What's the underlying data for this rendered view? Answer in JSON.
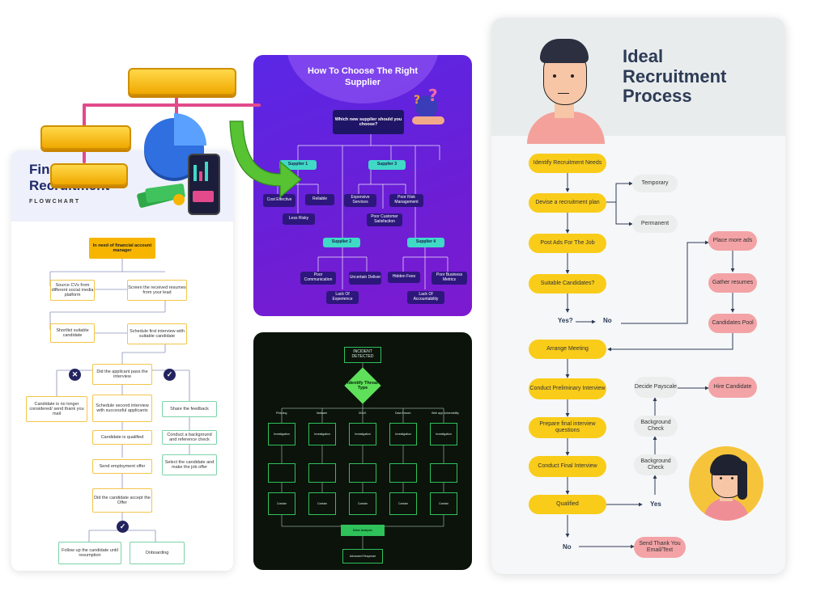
{
  "finance": {
    "title_line1": "Fina",
    "title_line2": "Recruitment",
    "subtitle": "FLOWCHART",
    "nodes": {
      "start": "In need of financial account manager",
      "source_cvs": "Source CVs from different social media platform",
      "screen": "Screen the received resumes from your lead",
      "shortlist": "Shortlist suitable candidate",
      "schedule_first": "Schedule first interview with suitable candidate",
      "passed": "Did the applicant pass the interview",
      "no_longer": "Candidate is no longer considered/ send thank you mail",
      "schedule_second": "Schedule second interview with successful applicants",
      "share_feedback": "Share the feedback",
      "qualified": "Candidate is qualified",
      "background": "Conduct a background and reference check",
      "send_offer": "Send employment offer",
      "select": "Select the candidate and make the job offer",
      "accept": "Did the candidate accept the Offer",
      "follow_up": "Follow up the candidate until resumption",
      "onboarding": "Onboarding"
    },
    "marks": {
      "no": "✕",
      "yes": "✓"
    }
  },
  "supplier": {
    "title": "How To Choose The Right Supplier",
    "question": "Which new supplier should you choose?",
    "s1": "Supplier 1",
    "s2": "Supplier 2",
    "s3": "Supplier 3",
    "s4": "Supplier 4",
    "cost_effective": "Cost Effective",
    "reliable": "Reliable",
    "less_risky": "Less Risky",
    "expensive": "Expensive Services",
    "poor_risk": "Poor Risk Management",
    "poor_customer": "Poor Customer Satisfaction",
    "poor_comm": "Poor Communication",
    "uncertain": "Uncertain Deliver",
    "lack_exp": "Lack Of Experience",
    "hidden_fees": "Hidden Fees",
    "poor_metrics": "Poor Business Metrics",
    "lack_acc": "Lack Of Accountability"
  },
  "incident": {
    "detected": "INCIDENT DETECTED",
    "identify": "Identify Threat Type",
    "cats": [
      "Phishing",
      "Malware",
      "DDoS",
      "Data Breach",
      "Web app Vulnerability"
    ],
    "investigate": "Investigation",
    "contain": "Contain",
    "final": "Ddos Analysis",
    "advanced": "Advanced Response"
  },
  "ideal": {
    "title_line1": "Ideal",
    "title_line2": "Recruitment",
    "title_line3": "Process",
    "identify": "Identify Recruitment Needs",
    "devise": "Devise a recruitment plan",
    "temporary": "Temporary",
    "permanent": "Permanent",
    "post_ads": "Post Ads For The Job",
    "suitable": "Suitable Candidates?",
    "yes_q": "Yes?",
    "no1": "No",
    "place_more": "Place more ads",
    "gather": "Gather resumes",
    "candidates_pool": "Candidates Pool",
    "arrange": "Arrange Meeting",
    "preliminary": "Conduct Preliminary Interview",
    "prepare": "Prepare final interview questions",
    "final_interview": "Conduct Final Interview",
    "qualified": "Qualified",
    "yes2": "Yes",
    "no2": "No",
    "decide": "Decide Payscale",
    "hire": "Hire Candidate",
    "bg1": "Background Check",
    "bg2": "Background Check",
    "send_thank": "Send Thank You Email/Text"
  },
  "colors": {
    "finance_navy": "#1f2a6b",
    "finance_yellow": "#f7b500",
    "supplier_purple": "#5a27e6",
    "supplier_teal": "#3fd9c6",
    "incident_green": "#2fc15a",
    "ideal_yellow": "#f9cc1a",
    "ideal_pink": "#f3a3a6",
    "pink_connector": "#e24a8b",
    "green_arrow": "#57c232"
  },
  "icons": [
    "gold-bar-icon",
    "pie-chart-icon",
    "phone-chart-icon",
    "money-stack-icon",
    "green-curved-arrow-icon",
    "question-hand-icon",
    "man-avatar",
    "woman-avatar"
  ]
}
